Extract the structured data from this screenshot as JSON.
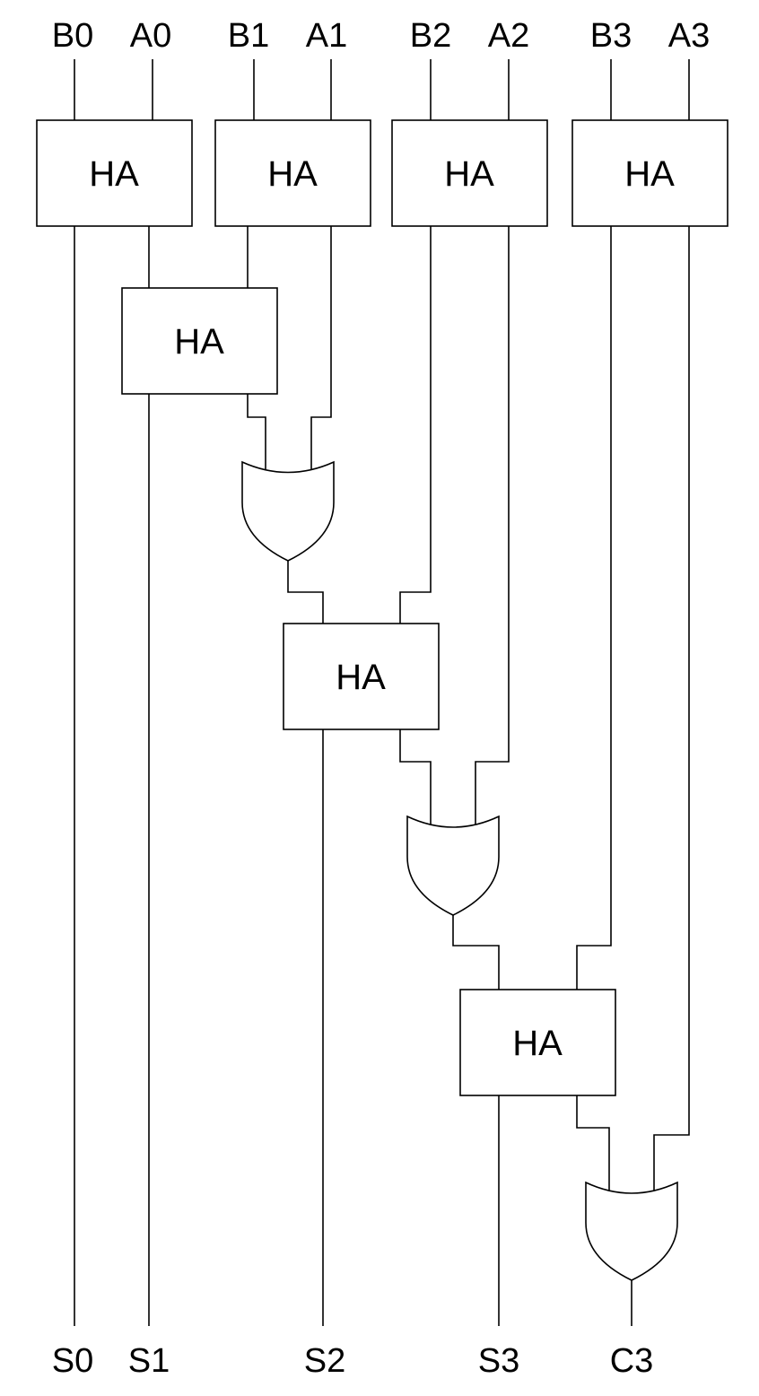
{
  "inputs": {
    "b0": "B0",
    "a0": "A0",
    "b1": "B1",
    "a1": "A1",
    "b2": "B2",
    "a2": "A2",
    "b3": "B3",
    "a3": "A3"
  },
  "outputs": {
    "s0": "S0",
    "s1": "S1",
    "s2": "S2",
    "s3": "S3",
    "c3": "C3"
  },
  "half_adders": [
    "HA",
    "HA",
    "HA",
    "HA",
    "HA",
    "HA",
    "HA"
  ]
}
